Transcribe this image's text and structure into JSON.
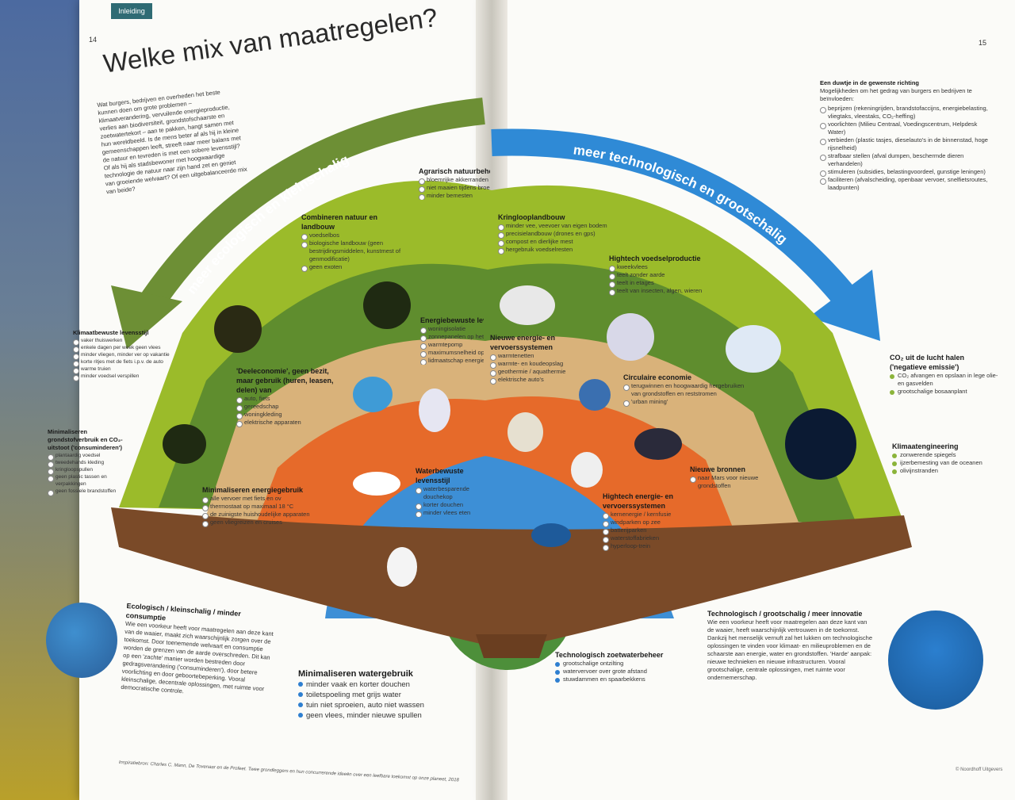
{
  "header": {
    "section_tab": "Inleiding",
    "page_left": "14",
    "page_right": "15",
    "title": "Welke mix van maatregelen?"
  },
  "intro_text": "Wat burgers, bedrijven en overheden het beste kunnen doen om grote problemen – klimaatverandering, vervuilende energieproductie, verlies aan biodiversiteit, grondstofschaarste en zoetwatertekort – aan te pakken, hangt samen met hun wereldbeeld. Is de mens beter af als hij in kleine gemeenschappen leeft, streeft naar meer balans met de natuur en tevreden is met een sobere levensstijl? Of als hij als stadsbewoner met hoogwaardige technologie de natuur naar zijn hand zet en geniet van groeiende welvaart? Of een uitgebalanceerde mix van beide?",
  "arrows": {
    "left_label": "meer ecologisch en kleinschalig",
    "right_label": "meer technologisch en grootschalig"
  },
  "right_box": {
    "title": "Een duwtje in de gewenste richting",
    "intro": "Mogelijkheden om het gedrag van burgers en bedrijven te beïnvloeden:",
    "items": [
      "beprijzen (rekeningrijden, brandstofaccijns, energiebelasting, vliegtaks, vleestaks, CO₂-heffing)",
      "voorlichten (Milieu Centraal, Voedingscentrum, Helpdesk Water)",
      "verbieden (plastic tasjes, dieselauto's in de binnenstad, hoge rijsnelheid)",
      "strafbaar stellen (afval dumpen, beschermde dieren verhandelen)",
      "stimuleren (subsidies, belastingvoordeel, gunstige leningen)",
      "faciliteren (afvalscheiding, openbaar vervoer, snelfietsroutes, laadpunten)"
    ]
  },
  "groups": {
    "natuur": {
      "title": "Combineren natuur en landbouw",
      "items": [
        "voedselbos",
        "biologische landbouw (geen bestrijdingsmiddelen, kunstmest of genmodificatie)",
        "geen exoten"
      ]
    },
    "agrarisch": {
      "title": "Agrarisch natuurbeheer",
      "items": [
        "bloemrijke akkerranden",
        "niet maaien tijdens broedseizoen",
        "minder bemesten"
      ]
    },
    "kringloop": {
      "title": "Kringlooplandbouw",
      "items": [
        "minder vee, veevoer van eigen bodem",
        "precisielandbouw (drones en gps)",
        "compost en dierlijke mest",
        "hergebruik voedselresten"
      ]
    },
    "hightech_voedsel": {
      "title": "Hightech voedselproductie",
      "items": [
        "kweekvlees",
        "teelt zonder aarde",
        "teelt in etages",
        "teelt van insecten, algen, wieren"
      ]
    },
    "klimaatbewust": {
      "title": "Klimaatbewuste levensstijl",
      "items": [
        "vaker thuiswerken",
        "enkele dagen per week geen vlees",
        "minder vliegen, minder ver op vakantie",
        "korte ritjes met de fiets i.p.v. de auto",
        "warme truien",
        "minder voedsel verspillen"
      ]
    },
    "energiebewust": {
      "title": "Energiebewuste levensstijl",
      "items": [
        "woningisolatie",
        "zonnepanelen op het dak",
        "warmtepomp",
        "maximumsnelheid op de weg",
        "lidmaatschap energiecoöperatie"
      ]
    },
    "energie_vervoer": {
      "title": "Nieuwe energie- en vervoerssystemen",
      "items": [
        "warmtenetten",
        "warmte- en koudeopslag",
        "geothermie / aquathermie",
        "elektrische auto's"
      ]
    },
    "circulair": {
      "title": "Circulaire economie",
      "items": [
        "terugwinnen en hoogwaardig hergebruiken van grondstoffen en reststromen",
        "'urban mining'"
      ]
    },
    "co2": {
      "title": "CO₂ uit de lucht halen ('negatieve emissie')",
      "items": [
        "CO₂ afvangen en opslaan in lege olie- en gasvelden",
        "grootschalige bosaanplant"
      ]
    },
    "deeleconomie": {
      "title": "'Deeleconomie', geen bezit, maar gebruik (huren, leasen, delen) van",
      "items": [
        "auto, fiets",
        "gereedschap",
        "woningkleding",
        "elektrische apparaten"
      ]
    },
    "grondstof": {
      "title": "Minimaliseren grondstofverbruik en CO₂-uitstoot ('consuminderen')",
      "items": [
        "plantaardig voedsel",
        "tweedehands kleding",
        "kringloopspullen",
        "geen plastic tassen en verpakkingen",
        "geen fossiele brandstoffen"
      ]
    },
    "energiegebruik": {
      "title": "Minimaliseren energiegebruik",
      "items": [
        "alle vervoer met fiets en ov",
        "thermostaat op maximaal 18 °C",
        "de zuinigste huishoudelijke apparaten",
        "geen vliegreizen en cruises"
      ]
    },
    "waterbewust": {
      "title": "Waterbewuste levensstijl",
      "items": [
        "waterbesparende douchekop",
        "korter douchen",
        "minder vlees eten"
      ]
    },
    "nieuwe_bronnen": {
      "title": "Nieuwe bronnen",
      "items": [
        "naar Mars voor nieuwe grondstoffen"
      ]
    },
    "hightech_energie": {
      "title": "Hightech energie- en vervoerssystemen",
      "items": [
        "kernenergie / kernfusie",
        "windparken op zee",
        "batterijparken",
        "waterstoffabrieken",
        "hyperloop-trein"
      ]
    },
    "klimaatengineering": {
      "title": "Klimaatengineering",
      "items": [
        "zonwerende spiegels",
        "ijzerbemesting van de oceanen",
        "olivijnstranden"
      ]
    },
    "watergebruik": {
      "title": "Minimaliseren watergebruik",
      "items": [
        "minder vaak en korter douchen",
        "toiletspoeling met grijs water",
        "tuin niet sproeien, auto niet wassen",
        "geen vlees, minder nieuwe spullen"
      ]
    },
    "zoetwater": {
      "title": "Technologisch zoetwaterbeheer",
      "items": [
        "grootschalige ontzilting",
        "watervervoer over grote afstand",
        "stuwdammen en spaarbekkens"
      ]
    }
  },
  "bottom_left": {
    "title": "Ecologisch / kleinschalig / minder consumptie",
    "body": "Wie een voorkeur heeft voor maatregelen aan deze kant van de waaier, maakt zich waarschijnlijk zorgen over de toekomst. Door toenemende welvaart en consumptie worden de grenzen van de aarde overschreden. Dit kan op een 'zachte' manier worden bestreden door gedragsverandering ('consuminderen'), door betere voorlichting en door geboortebeperking. Vooral kleinschalige, decentrale oplossingen, met ruimte voor democratische controle."
  },
  "bottom_right": {
    "title": "Technologisch / grootschalig / meer innovatie",
    "body": "Wie een voorkeur heeft voor maatregelen aan deze kant van de waaier, heeft waarschijnlijk vertrouwen in de toekomst. Dankzij het menselijk vernuft zal het lukken om technologische oplossingen te vinden voor klimaat- en milieuproblemen en de schaarste aan energie, water en grondstoffen. 'Harde' aanpak: nieuwe technieken en nieuwe infrastructuren. Vooral grootschalige, centrale oplossingen, met ruimte voor ondernemerschap."
  },
  "footer": {
    "left": "Inspiratiebron: Charles C. Mann, De Tovenaar en de Profeet. Twee grondleggers en hun concurrerende ideeën over een leefbare toekomst op onze planeet, 2018",
    "right": "© Noordhoff Uitgevers"
  },
  "colors": {
    "outer_green": "#9bbb2a",
    "mid_green": "#5f8d2e",
    "tan": "#d9b27a",
    "orange": "#e66a2a",
    "blue": "#3d8fd6",
    "wood": "#7a4a28",
    "arrow_green": "#6d8f35",
    "arrow_blue": "#2f8ad6"
  }
}
